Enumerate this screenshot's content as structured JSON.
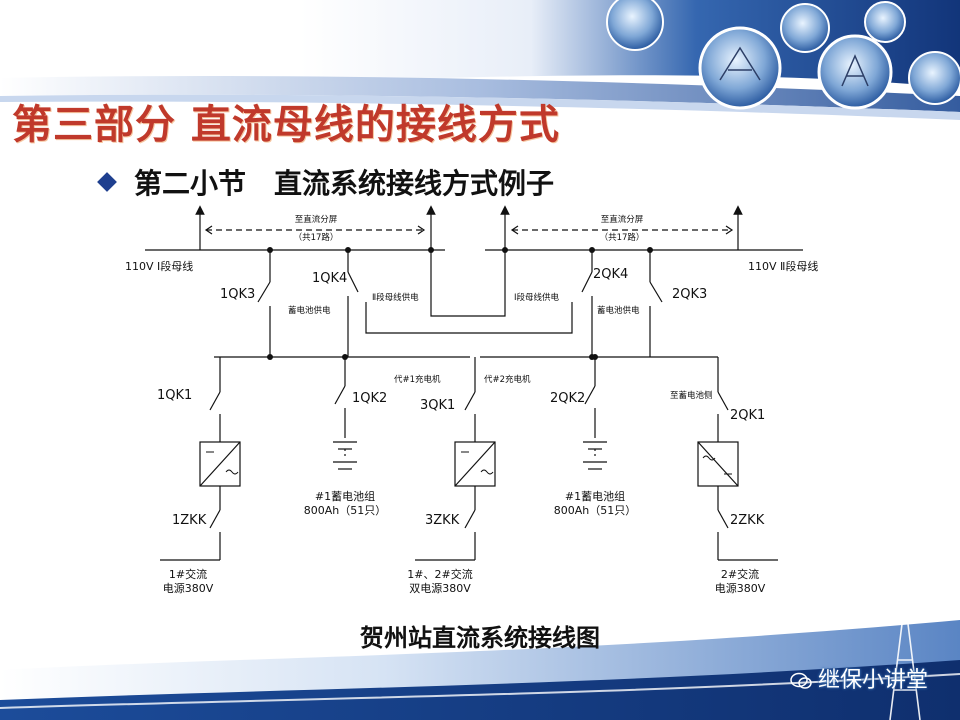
{
  "title": "第三部分  直流母线的接线方式",
  "subtitle": "第二小节　直流系统接线方式例子",
  "caption": "贺州站直流系统接线图",
  "watermark": "继保小讲堂",
  "colors": {
    "title": "#c0392b",
    "bullet": "#1e3f8f",
    "header_blue": "#1f4e96"
  },
  "diagram": {
    "top_left_note": [
      "至直流分屏",
      "（共17路）"
    ],
    "top_right_note": [
      "至直流分屏",
      "（共17路）"
    ],
    "bus_left_label": "110V Ⅰ段母线",
    "bus_right_label": "110V Ⅱ段母线",
    "switches": {
      "qk3_1": "1QK3",
      "qk4_1": "1QK4",
      "qk4_2": "2QK4",
      "qk3_2": "2QK3",
      "qk1_1": "1QK1",
      "qk2_1": "1QK2",
      "qk1_3": "3QK1",
      "qk2_2": "2QK2",
      "qk1_2": "2QK1",
      "zkk1": "1ZKK",
      "zkk3": "3ZKK",
      "zkk2": "2ZKK"
    },
    "small_notes": {
      "bus2_supply": "Ⅱ段母线供电",
      "bus1_supply": "Ⅰ段母线供电",
      "battery_supply_left": "蓄电池供电",
      "battery_supply_right": "蓄电池供电",
      "sub_charger1": "代#1充电机",
      "sub_charger2": "代#2充电机",
      "to_battery": "至蓄电池侧"
    },
    "battery_left": [
      "#1蓄电池组",
      "800Ah（51只）"
    ],
    "battery_right": [
      "#1蓄电池组",
      "800Ah（51只）"
    ],
    "source_left": [
      "1#交流",
      "电源380V"
    ],
    "source_mid": [
      "1#、2#交流",
      "双电源380V"
    ],
    "source_right": [
      "2#交流",
      "电源380V"
    ]
  }
}
